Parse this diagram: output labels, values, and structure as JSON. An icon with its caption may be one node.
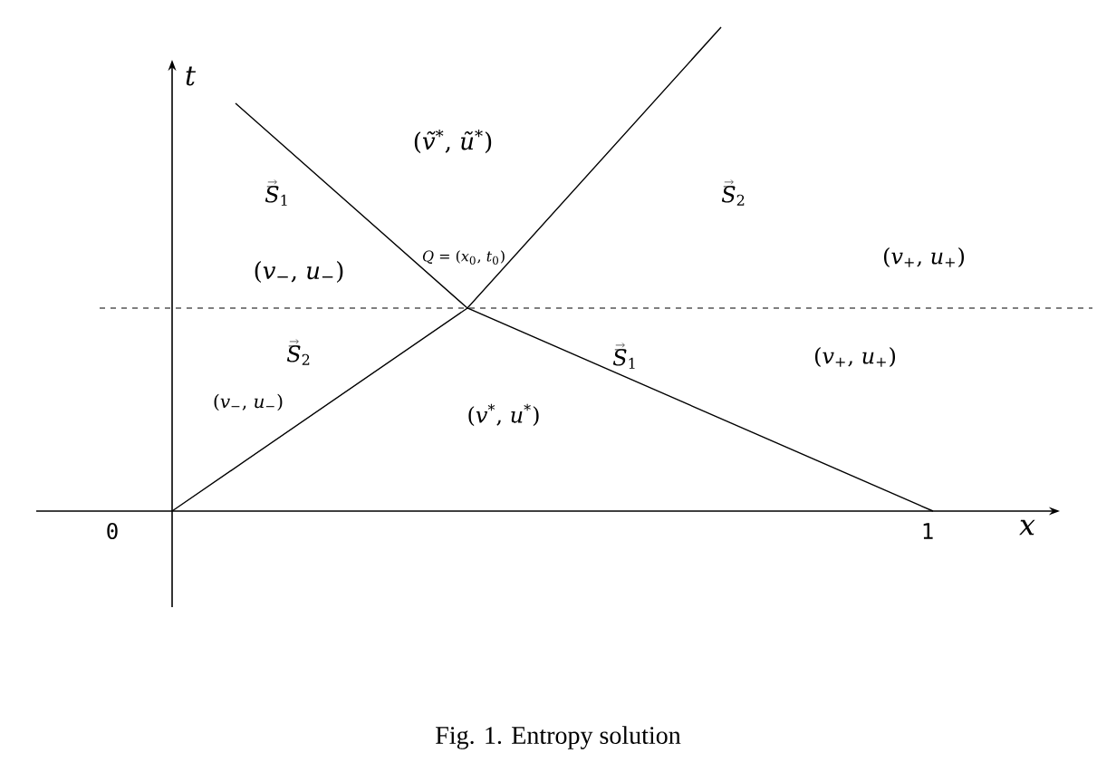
{
  "diagram": {
    "caption": "Fig. 1. Entropy solution",
    "labels": [
      "*t*",
      "(*ṽ*$^{*}$, *ũ*$^{*}$)",
      "*S*$_{1}$",
      "*S*$_{2}$",
      "*Q* = (*x*$_{0}$, *t*$_{0}$)",
      "(*v*$_{−}$, *u*$_{−}$)",
      "(*v*$_{+}$, *u*$_{+}$)",
      "*S*$_{2}$",
      "*S*$_{1}$",
      "(*v*$_{+}$, *u*$_{+}$)",
      "(*v*$_{−}$, *u*$_{−}$)",
      "(*v*$^{*}$, *u*$^{*}$)",
      "0",
      "1",
      "*x*"
    ]
  }
}
